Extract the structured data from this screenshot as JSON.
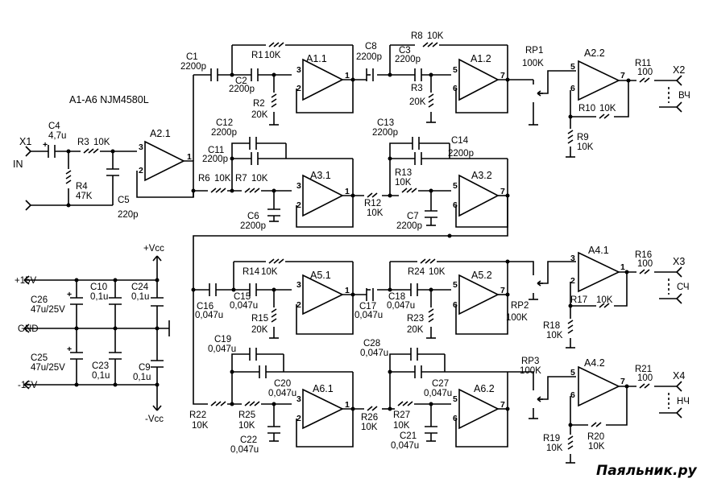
{
  "title": "A1-A6 NJM4580L",
  "watermark": "Паяльник.ру",
  "connectors": {
    "X1": "X1",
    "IN": "IN",
    "X2": "X2",
    "VCH": "ВЧ",
    "X3": "X3",
    "SCH": "СЧ",
    "X4": "X4",
    "NCH": "НЧ"
  },
  "power": {
    "plus15": "+15V",
    "gnd": "GND",
    "minus15": "-15V",
    "vcc_pos": "+Vcc",
    "vcc_neg": "-Vcc"
  },
  "opamps": {
    "A11": "A1.1",
    "A12": "A1.2",
    "A21": "A2.1",
    "A22": "A2.2",
    "A31": "A3.1",
    "A32": "A3.2",
    "A41": "A4.1",
    "A42": "A4.2",
    "A51": "A5.1",
    "A52": "A5.2",
    "A61": "A6.1",
    "A62": "A6.2"
  },
  "components": {
    "C1": [
      "C1",
      "2200p"
    ],
    "C2": [
      "C2",
      "2200p"
    ],
    "C3": [
      "C3",
      "2200p"
    ],
    "C4": [
      "C4",
      "4,7u"
    ],
    "C5": [
      "C5",
      "220p"
    ],
    "C6": [
      "C6",
      "2200p"
    ],
    "C7": [
      "C7",
      "2200p"
    ],
    "C8": [
      "C8",
      "2200p"
    ],
    "C9": [
      "C9",
      "0,1u"
    ],
    "C10": [
      "C10",
      "0,1u"
    ],
    "C11": [
      "C11",
      "2200p"
    ],
    "C12": [
      "C12",
      "2200p"
    ],
    "C13": [
      "C13",
      "2200p"
    ],
    "C14": [
      "C14",
      "2200p"
    ],
    "C15": [
      "C15",
      "0,047u"
    ],
    "C16": [
      "C16",
      "0,047u"
    ],
    "C17": [
      "C17",
      "0,047u"
    ],
    "C18": [
      "C18",
      "0,047u"
    ],
    "C19": [
      "C19",
      "0,047u"
    ],
    "C20": [
      "C20",
      "0,047u"
    ],
    "C21": [
      "C21",
      "0,047u"
    ],
    "C22": [
      "C22",
      "0,047u"
    ],
    "C23": [
      "C23",
      "0,1u"
    ],
    "C24": [
      "C24",
      "0,1u"
    ],
    "C25": [
      "C25",
      "47u/25V"
    ],
    "C26": [
      "C26",
      "47u/25V"
    ],
    "C27": [
      "C27",
      "0,047u"
    ],
    "C28": [
      "C28",
      "0,047u"
    ],
    "R1": [
      "R1",
      "10K"
    ],
    "R2": [
      "R2",
      "20K"
    ],
    "R3": [
      "R3",
      "10K"
    ],
    "R3b": [
      "R3",
      "20K"
    ],
    "R4": [
      "R4",
      "47K"
    ],
    "R6": [
      "R6",
      "10K"
    ],
    "R7": [
      "R7",
      "10K"
    ],
    "R8": [
      "R8",
      "10K"
    ],
    "R9": [
      "R9",
      "10K"
    ],
    "R10": [
      "R10",
      "10K"
    ],
    "R11": [
      "R11",
      "100"
    ],
    "R12": [
      "R12",
      "10K"
    ],
    "R13": [
      "R13",
      "10K"
    ],
    "R14": [
      "R14",
      "10K"
    ],
    "R15": [
      "R15",
      "20K"
    ],
    "R16": [
      "R16",
      "100"
    ],
    "R17": [
      "R17",
      "10K"
    ],
    "R18": [
      "R18",
      "10K"
    ],
    "R19": [
      "R19",
      "10K"
    ],
    "R20": [
      "R20",
      "10K"
    ],
    "R21": [
      "R21",
      "100"
    ],
    "R22": [
      "R22",
      "10K"
    ],
    "R23": [
      "R23",
      "20K"
    ],
    "R24": [
      "R24",
      "10K"
    ],
    "R25": [
      "R25",
      "10K"
    ],
    "R26": [
      "R26",
      "10K"
    ],
    "R27": [
      "R27",
      "10K"
    ],
    "RP1": [
      "RP1",
      "100K"
    ],
    "RP2": [
      "RP2",
      "100K"
    ],
    "RP3": [
      "RP3",
      "100K"
    ]
  },
  "pins": {
    "p1": "1",
    "p2": "2",
    "p3": "3",
    "p5": "5",
    "p6": "6",
    "p7": "7"
  }
}
